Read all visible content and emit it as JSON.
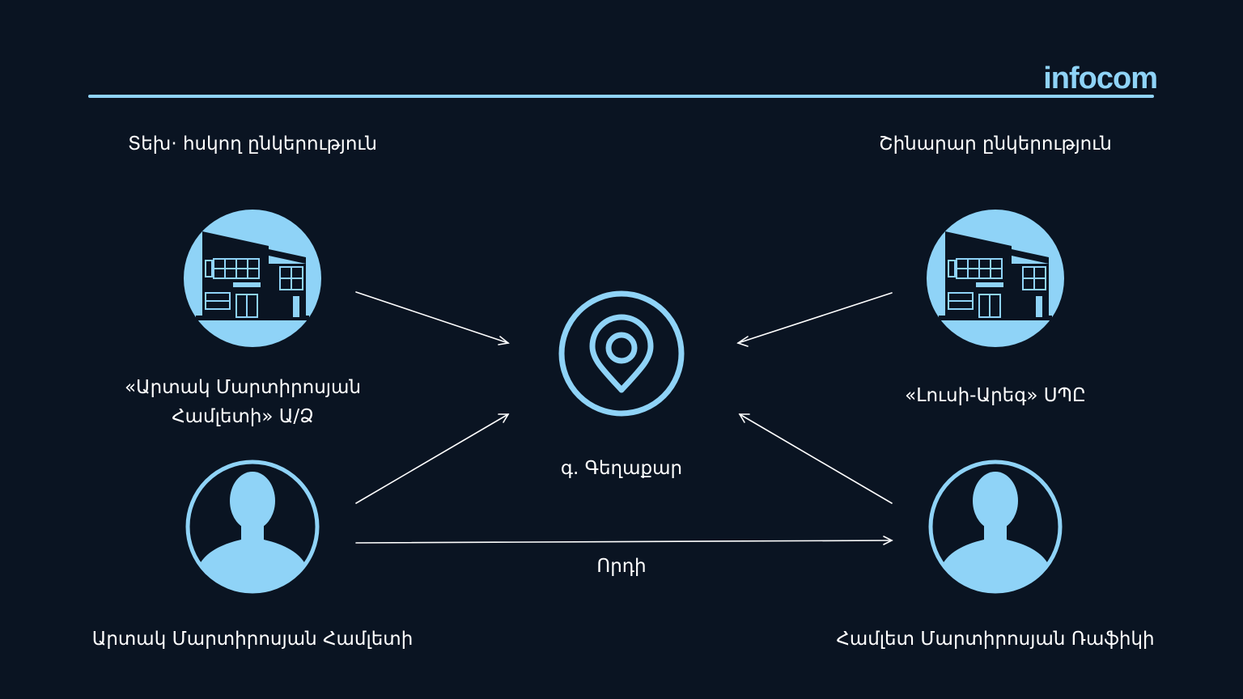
{
  "brand": {
    "logo_text": "infocom",
    "accent_color": "#8fd3f7",
    "background_color": "#0a1422"
  },
  "headings": {
    "left": "Տեխ· հսկող ընկերություն",
    "right": "Շինարար ընկերություն"
  },
  "nodes": {
    "company_left": {
      "icon": "building-icon",
      "line1": "«Արտակ Մարտիրոսյան",
      "line2": "Համլետի» Ա/Ձ"
    },
    "company_right": {
      "icon": "building-icon",
      "label": "«Լուսի-Արեգ» ՍՊԸ"
    },
    "center": {
      "icon": "location-pin-icon",
      "label": "գ. Գեղաքար"
    },
    "person_left": {
      "icon": "person-icon",
      "label": "Արտակ Մարտիրոսյան Համլետի"
    },
    "person_right": {
      "icon": "person-icon",
      "label": "Համլետ Մարտիրոսյան Ռաֆիկի"
    }
  },
  "relations": {
    "son_label": "Որդի"
  }
}
